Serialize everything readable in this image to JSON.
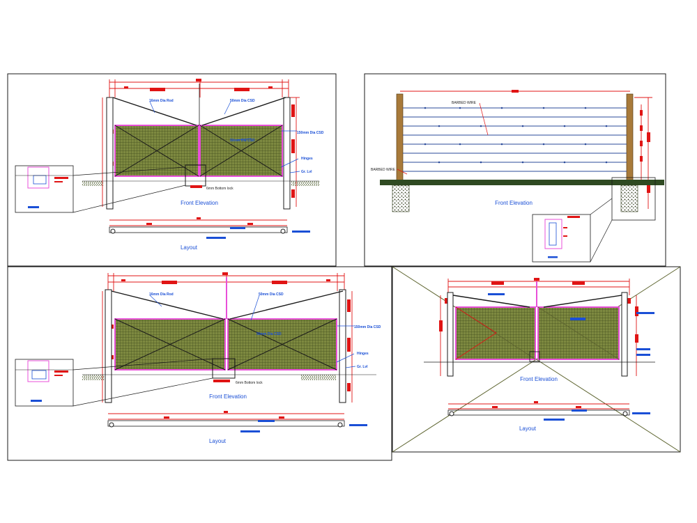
{
  "colors": {
    "frame": "#1a1a1a",
    "dimension": "#e01414",
    "tag": "#1a4fd6",
    "mesh_fill": "#6f7a3a",
    "gate_outline": "#e84fd8",
    "post_wood": "#a87a3a",
    "ground": "#4a5a2a",
    "pattern_lines": "#5e6530"
  },
  "panels": {
    "top_left": {
      "front_elevation": "Front Elevation",
      "layout": "Layout",
      "callouts": {
        "rod": "16mm Dia Rod",
        "pipe_top": "50mm Dia CSD",
        "pipe_mid": "50mm Dia CSD",
        "pipe_side": "150mm Dia CSD",
        "hinge": "Hinges",
        "ground": "Gr. Lvl",
        "bottom_lock": "6mm Bottom lock"
      }
    },
    "top_right": {
      "front_elevation": "Front Elevation",
      "barbed_wire_top": "BARBED WIRE",
      "barbed_wire_left": "BARBED WIRE"
    },
    "bottom_left": {
      "front_elevation": "Front Elevation",
      "layout": "Layout",
      "callouts": {
        "rod": "16mm Dia Rod",
        "pipe_top": "50mm Dia CSD",
        "pipe_mid": "50mm Dia CSD",
        "pipe_side": "150mm Dia CSD",
        "hinge": "Hinges",
        "ground": "Gr. Lvl",
        "bottom_lock": "6mm Bottom lock"
      }
    },
    "bottom_right": {
      "front_elevation": "Front Elevation",
      "layout": "Layout"
    }
  }
}
